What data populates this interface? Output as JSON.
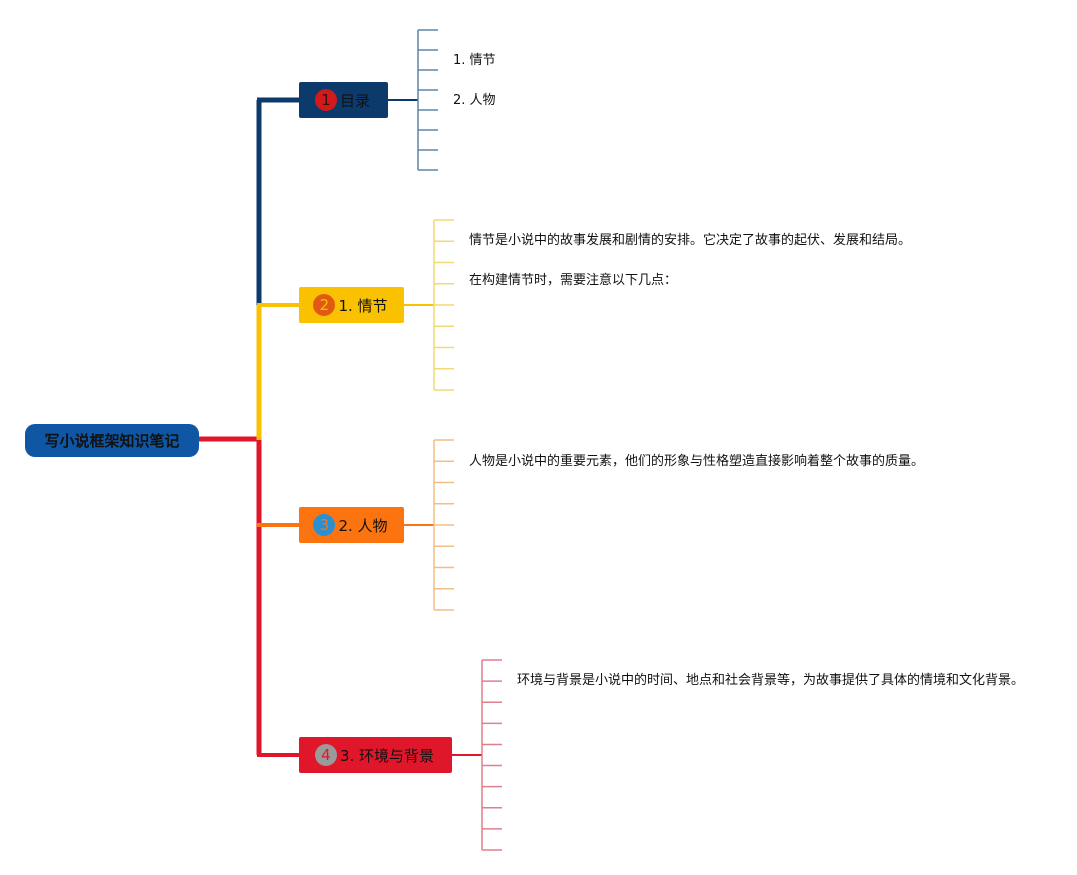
{
  "root": {
    "label": "写小说框架知识笔记",
    "color": "#0f57a5"
  },
  "branches": [
    {
      "badge": "1",
      "label": "目录",
      "color": "#0b3a6b",
      "badge_color": "#d31a1a",
      "badge_text_color": "#3b1010",
      "leaf_color": "#5f86a8",
      "leaves": [
        "1. 情节",
        "2. 人物"
      ]
    },
    {
      "badge": "2",
      "label": "1. 情节",
      "color": "#f9c100",
      "badge_color": "#e05a14",
      "badge_text_color": "#f9c100",
      "leaf_color": "#f2da72",
      "leaves": [
        "情节是小说中的故事发展和剧情的安排。它决定了故事的起伏、发展和结局。",
        "在构建情节时，需要注意以下几点："
      ]
    },
    {
      "badge": "3",
      "label": "2. 人物",
      "color": "#fb7410",
      "badge_color": "#2a8fd3",
      "badge_text_color": "#fb7410",
      "leaf_color": "#f4bd86",
      "leaves": [
        "人物是小说中的重要元素，他们的形象与性格塑造直接影响着整个故事的质量。"
      ]
    },
    {
      "badge": "4",
      "label": "3. 环境与背景",
      "color": "#e0162b",
      "badge_color": "#9a9a9a",
      "badge_text_color": "#e0162b",
      "leaf_color": "#e07f8c",
      "leaves": [
        "环境与背景是小说中的时间、地点和社会背景等，为故事提供了具体的情境和文化背景。"
      ]
    }
  ]
}
